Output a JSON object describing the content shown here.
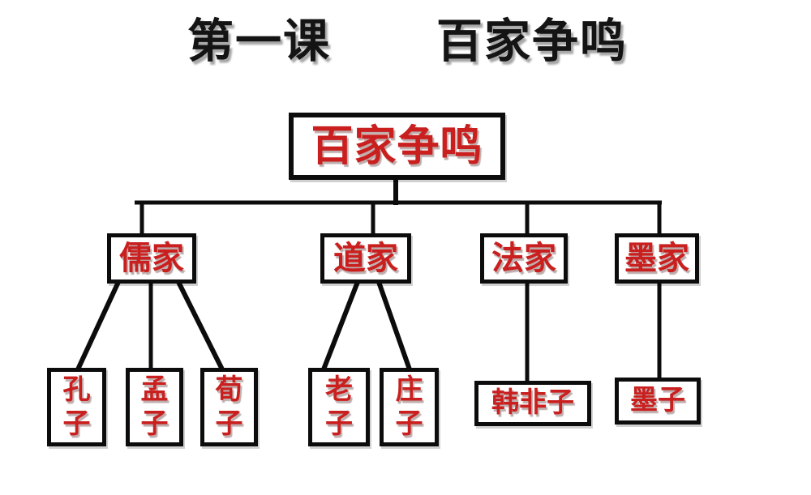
{
  "header": {
    "lesson": "第一课",
    "title": "百家争鸣"
  },
  "colors": {
    "title_text": "#141414",
    "node_text_red": "#c9201f",
    "line_and_border": "#0c0c0c",
    "background": "#ffffff"
  },
  "diagram": {
    "type": "tree",
    "root": {
      "label": "百家争鸣"
    },
    "branches": [
      {
        "label": "儒家",
        "children": [
          {
            "label": "孔子"
          },
          {
            "label": "孟子"
          },
          {
            "label": "荀子"
          }
        ]
      },
      {
        "label": "道家",
        "children": [
          {
            "label": "老子"
          },
          {
            "label": "庄子"
          }
        ]
      },
      {
        "label": "法家",
        "children": [
          {
            "label": "韩非子"
          }
        ]
      },
      {
        "label": "墨家",
        "children": [
          {
            "label": "墨子"
          }
        ]
      }
    ],
    "edges": [
      [
        "百家争鸣",
        "儒家"
      ],
      [
        "百家争鸣",
        "道家"
      ],
      [
        "百家争鸣",
        "法家"
      ],
      [
        "百家争鸣",
        "墨家"
      ],
      [
        "儒家",
        "孔子"
      ],
      [
        "儒家",
        "孟子"
      ],
      [
        "儒家",
        "荀子"
      ],
      [
        "道家",
        "老子"
      ],
      [
        "道家",
        "庄子"
      ],
      [
        "法家",
        "韩非子"
      ],
      [
        "墨家",
        "墨子"
      ]
    ]
  }
}
